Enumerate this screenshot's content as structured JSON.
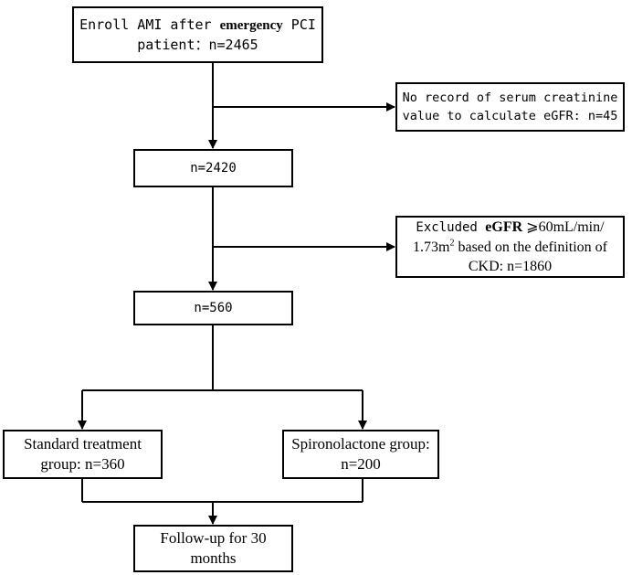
{
  "flowchart": {
    "enroll": {
      "line1_prefix": "Enroll AMI after ",
      "line1_bold": "emergency",
      "line1_suffix": " PCI",
      "line2": "patient：n=2465"
    },
    "no_record": {
      "line1": "No record of serum creatinine",
      "line2": "value to calculate eGFR: n=45"
    },
    "n2420": "n=2420",
    "excluded": {
      "prefix": "Excluded ",
      "bold": "eGFR",
      "line1_suffix": " ⩾60mL/min/",
      "line2_pre": "1.73m",
      "line2_sup": "2",
      "line2_post": " based on the definition of",
      "line3": "CKD: n=1860"
    },
    "n560": "n=560",
    "standard": {
      "line1": "Standard treatment",
      "line2": "group: n=360"
    },
    "spironolactone": {
      "line1": "Spironolactone group:",
      "line2": "n=200"
    },
    "followup": {
      "line1": "Follow-up for 30",
      "line2": "months"
    }
  }
}
